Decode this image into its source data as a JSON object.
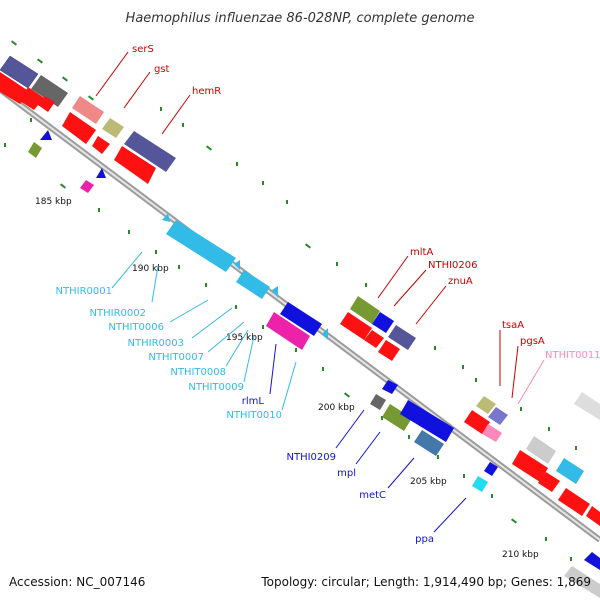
{
  "title": "Haemophilus influenzae 86-028NP, complete genome",
  "footer": {
    "accession": "Accession: NC_007146",
    "summary": "Topology: circular; Length: 1,914,490 bp; Genes: 1,869"
  },
  "ticks": [
    "185 kbp",
    "190 kbp",
    "195 kbp",
    "200 kbp",
    "205 kbp",
    "210 kbp"
  ],
  "colors": {
    "forward_cds": "#ff0000",
    "reverse_cds": "#0000ff",
    "forward_rna": "#cc0000",
    "reverse_rna": "#33bbe8",
    "backbone": "#999999",
    "tick_mark": "#2a8a2a",
    "pseudo": "#ff88bb"
  },
  "labels": {
    "serS": "serS",
    "gst": "gst",
    "hemR": "hemR",
    "NTHIR0001": "NTHIR0001",
    "NTHIR0002": "NTHIR0002",
    "NTHIT0006": "NTHIT0006",
    "NTHIR0003": "NTHIR0003",
    "NTHIT0007": "NTHIT0007",
    "NTHIT0008": "NTHIT0008",
    "NTHIT0009": "NTHIT0009",
    "rlmL": "rlmL",
    "NTHIT0010": "NTHIT0010",
    "mltA": "mltA",
    "NTHI0206": "NTHI0206",
    "znuA": "znuA",
    "tsaA": "tsaA",
    "pgsA": "pgsA",
    "NTHIT0011": "NTHIT0011",
    "NTHI0209": "NTHI0209",
    "mpl": "mpl",
    "metC": "metC",
    "ppa": "ppa"
  }
}
